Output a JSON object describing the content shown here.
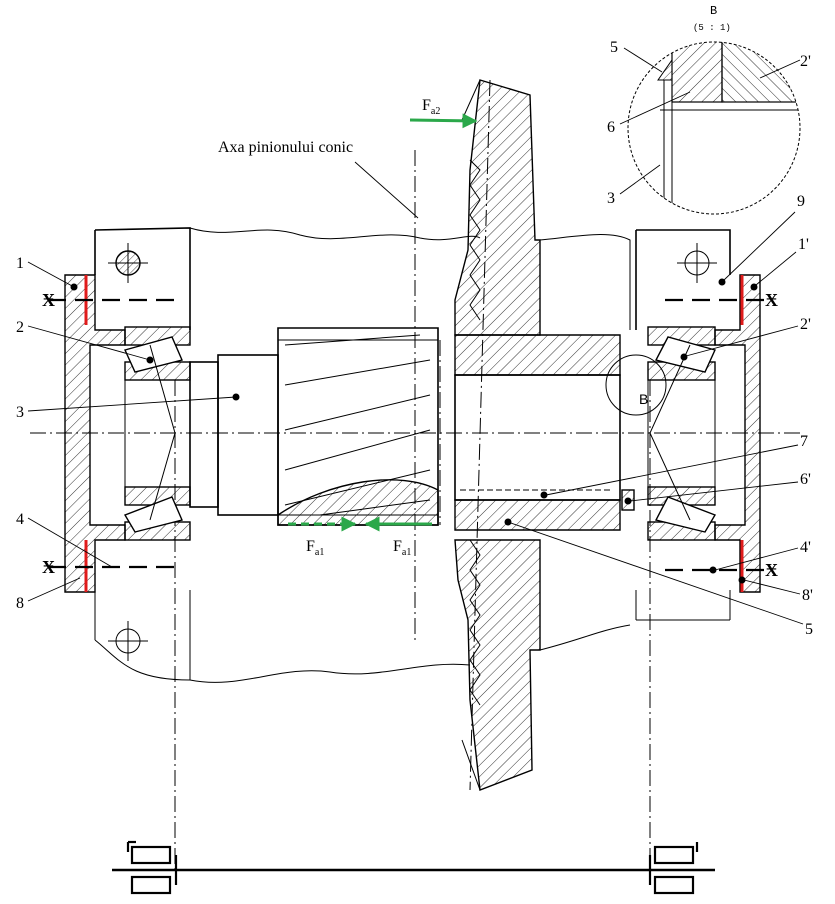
{
  "detail_view": {
    "letter": "B",
    "scale": "(5 : 1)",
    "labels": [
      "5",
      "2'",
      "6",
      "3"
    ]
  },
  "annotations": {
    "pinion_axis_label": "Axa pinionului conic",
    "force_a2": {
      "main": "F",
      "sub": "a2"
    },
    "force_a1_left": {
      "main": "F",
      "sub": "a1"
    },
    "force_a1_right": {
      "main": "F",
      "sub": "a1"
    },
    "section_marker": "B"
  },
  "labels_left": [
    "1",
    "2",
    "3",
    "4",
    "8"
  ],
  "labels_right": [
    "9",
    "1'",
    "2'",
    "7",
    "6'",
    "4'",
    "8'",
    "5"
  ],
  "colors": {
    "seal_marks": "#e01b1b",
    "force_arrows": "#2ba84a"
  }
}
